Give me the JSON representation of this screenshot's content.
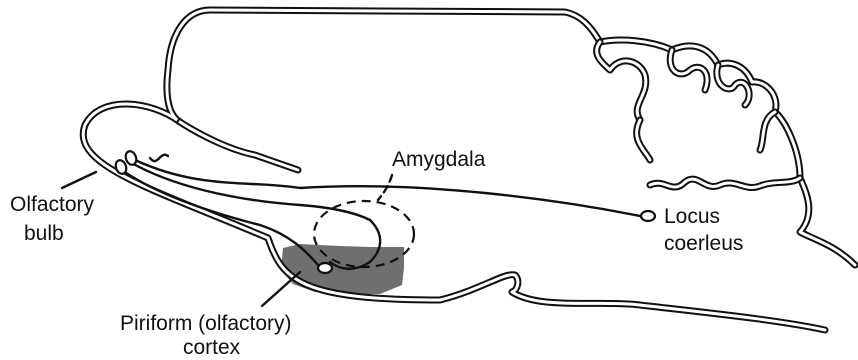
{
  "labels": {
    "olfactory_bulb": [
      "Olfactory",
      "bulb"
    ],
    "amygdala": "Amygdala",
    "locus_coeruleus": [
      "Locus",
      "coerleus"
    ],
    "piriform_cortex": [
      "Piriform (olfactory)",
      "cortex"
    ]
  },
  "colors": {
    "outline": "#111111",
    "piriform_fill": "#6f6f6f",
    "background": "#ffffff"
  }
}
